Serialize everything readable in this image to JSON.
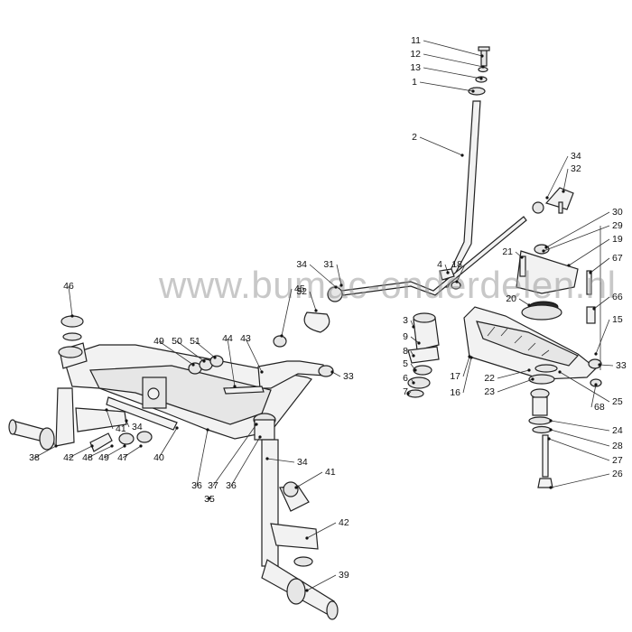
{
  "watermark": "www.bumac-onderdelen.nl",
  "callouts": [
    "11",
    "12",
    "13",
    "1",
    "2",
    "34",
    "32",
    "30",
    "29",
    "19",
    "67",
    "66",
    "15",
    "21",
    "4",
    "18",
    "31",
    "34",
    "32",
    "20",
    "3",
    "9",
    "8",
    "5",
    "6",
    "7",
    "17",
    "16",
    "22",
    "23",
    "33",
    "68",
    "25",
    "24",
    "28",
    "27",
    "26",
    "46",
    "49",
    "50",
    "51",
    "45",
    "44",
    "43",
    "33",
    "41",
    "34",
    "38",
    "42",
    "48",
    "49",
    "47",
    "40",
    "36",
    "37",
    "36",
    "35",
    "34",
    "41",
    "42",
    "39"
  ]
}
